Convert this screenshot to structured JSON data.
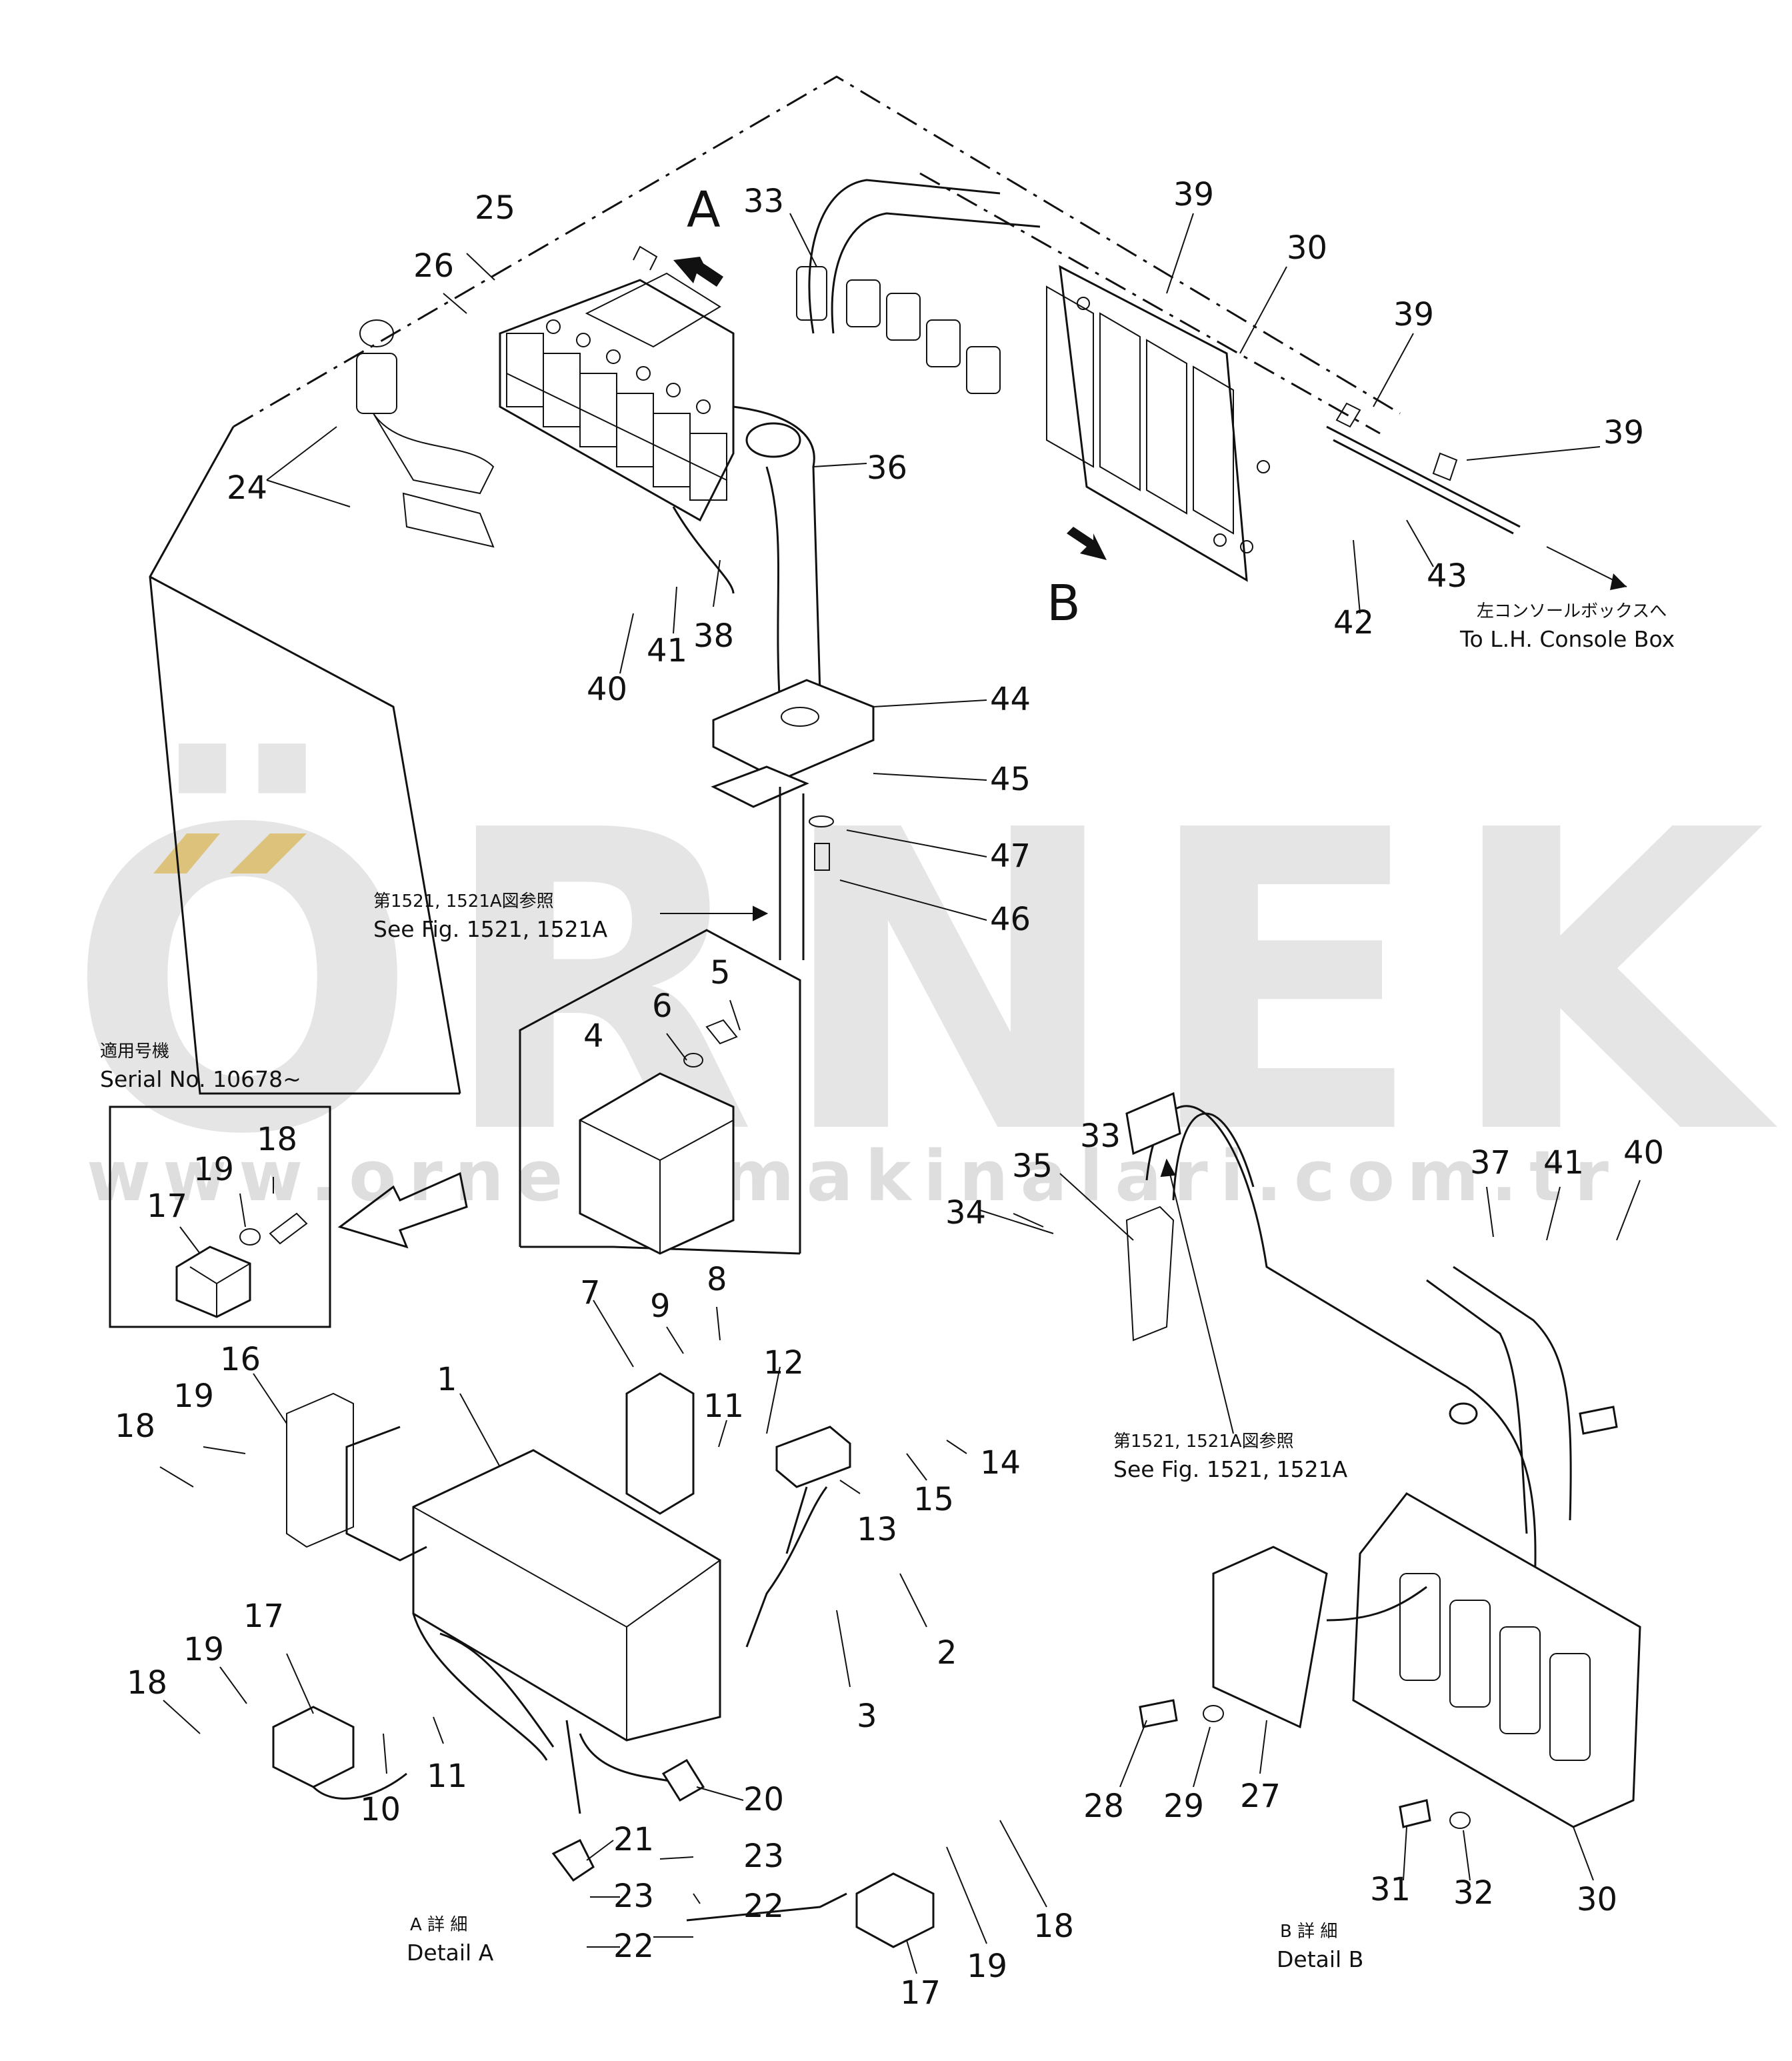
{
  "watermark": {
    "brand": "ÖRNEK",
    "url": "www.ornekismakinalari.com.tr",
    "accent_color": "#f5d98a"
  },
  "view_markers": {
    "a": "A",
    "b": "B"
  },
  "notes": {
    "to_console_jp": "左コンソールボックスへ",
    "to_console_en": "To L.H. Console Box",
    "see_fig_jp": "第1521, 1521A図参照",
    "see_fig_en": "See Fig. 1521, 1521A",
    "serial_jp": "適用号機",
    "serial_en": "Serial No. 10678~",
    "detail_a_jp": "A 詳 細",
    "detail_a_en": "Detail A",
    "detail_b_jp": "B 詳 細",
    "detail_b_en": "Detail B"
  },
  "callouts": {
    "c24": "24",
    "c25": "25",
    "c26": "26",
    "c33a": "33",
    "c36": "36",
    "c38": "38",
    "c40a": "40",
    "c41a": "41",
    "c39a": "39",
    "c30a": "30",
    "c39b": "39",
    "c39c": "39",
    "c42": "42",
    "c43": "43",
    "c44": "44",
    "c45": "45",
    "c47": "47",
    "c46": "46",
    "c5": "5",
    "c6": "6",
    "c4": "4",
    "c18a": "18",
    "c19a": "19",
    "c17a": "17",
    "c16": "16",
    "c18b": "18",
    "c19b": "19",
    "c1": "1",
    "c7": "7",
    "c9": "9",
    "c8": "8",
    "c11a": "11",
    "c12": "12",
    "c13": "13",
    "c14": "14",
    "c15": "15",
    "c2": "2",
    "c3": "3",
    "c17b": "17",
    "c19c": "19",
    "c18c": "18",
    "c10": "10",
    "c11b": "11",
    "c20": "20",
    "c21": "21",
    "c23a": "23",
    "c23b": "23",
    "c22a": "22",
    "c22b": "22",
    "c17c": "17",
    "c19d": "19",
    "c18d": "18",
    "c33b": "33",
    "c35": "35",
    "c34": "34",
    "c37": "37",
    "c41b": "41",
    "c40b": "40",
    "c28": "28",
    "c29": "29",
    "c27": "27",
    "c31": "31",
    "c32": "32",
    "c30b": "30"
  }
}
